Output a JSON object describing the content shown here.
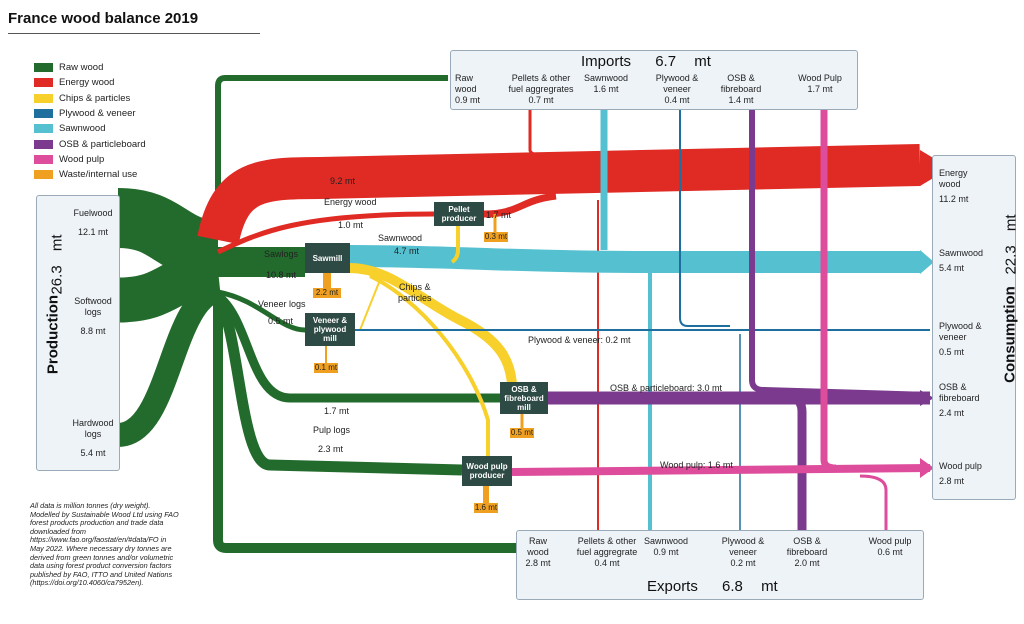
{
  "title": "France wood balance 2019",
  "legend": [
    {
      "label": "Raw wood",
      "color": "#236b2d"
    },
    {
      "label": "Energy wood",
      "color": "#e02a24"
    },
    {
      "label": "Chips & particles",
      "color": "#f7d02c"
    },
    {
      "label": "Plywood & veneer",
      "color": "#1e6e9e"
    },
    {
      "label": "Sawnwood",
      "color": "#55c0cf"
    },
    {
      "label": "OSB & particleboard",
      "color": "#7b3a8e"
    },
    {
      "label": "Wood pulp",
      "color": "#de4c9c"
    },
    {
      "label": "Waste/internal use",
      "color": "#f0a020"
    }
  ],
  "imports": {
    "title": "Imports",
    "total": "6.7",
    "unit": "mt",
    "items": [
      {
        "name": "Raw\nwood",
        "value": "0.9 mt"
      },
      {
        "name": "Pellets & other\nfuel aggregrates",
        "value": "0.7 mt"
      },
      {
        "name": "Sawnwood",
        "value": "1.6 mt"
      },
      {
        "name": "Plywood &\nveneer",
        "value": "0.4 mt"
      },
      {
        "name": "OSB &\nfibreboard",
        "value": "1.4 mt"
      },
      {
        "name": "Wood Pulp",
        "value": "1.7 mt"
      }
    ]
  },
  "exports": {
    "title": "Exports",
    "total": "6.8",
    "unit": "mt",
    "items": [
      {
        "name": "Raw\nwood",
        "value": "2.8 mt"
      },
      {
        "name": "Pellets & other\nfuel aggregrate",
        "value": "0.4 mt"
      },
      {
        "name": "Sawnwood",
        "value": "0.9 mt"
      },
      {
        "name": "Plywood &\nveneer",
        "value": "0.2 mt"
      },
      {
        "name": "OSB &\nfibreboard",
        "value": "2.0 mt"
      },
      {
        "name": "Wood pulp",
        "value": "0.6 mt"
      }
    ]
  },
  "production": {
    "title": "Production",
    "total": "26.3",
    "unit": "mt",
    "items": [
      {
        "name": "Fuelwood",
        "value": "12.1 mt"
      },
      {
        "name": "Softwood\nlogs",
        "value": "8.8 mt"
      },
      {
        "name": "Hardwood\nlogs",
        "value": "5.4 mt"
      }
    ]
  },
  "consumption": {
    "title": "Consumption",
    "total": "22.3",
    "unit": "mt",
    "items": [
      {
        "name": "Energy\nwood",
        "value": "11.2 mt"
      },
      {
        "name": "Sawnwood",
        "value": "5.4 mt"
      },
      {
        "name": "Plywood &\nveneer",
        "value": "0.5 mt"
      },
      {
        "name": "OSB &\nfibreboard",
        "value": "2.4 mt"
      },
      {
        "name": "Wood pulp",
        "value": "2.8 mt"
      }
    ]
  },
  "processors": {
    "pellet": "Pellet\nproducer",
    "sawmill": "Sawmill",
    "veneer": "Veneer &\nplywood\nmill",
    "osb": "OSB &\nfibreboard\nmill",
    "pulp": "Wood pulp\nproducer"
  },
  "waste": {
    "pellet": "0.3 mt",
    "sawmill": "2.2 mt",
    "veneer": "0.1 mt",
    "osb": "0.5 mt",
    "pulp": "1.6 mt"
  },
  "flow_labels": {
    "energy_direct": "9.2 mt",
    "energy_wood": "Energy wood",
    "energy_to_pellet": "1.0 mt",
    "pellet_out": "1.7 mt",
    "sawlogs": "Sawlogs",
    "sawlogs_value": "10.8 mt",
    "sawnwood": "Sawnwood",
    "sawnwood_value": "4.7 mt",
    "chips": "Chips &\nparticles",
    "veneer_logs": "Veneer logs",
    "veneer_value": "0.5 mt",
    "plywood_flow": "Plywood & veneer: 0.2 mt",
    "osb_flow": "OSB & particleboard: 3.0 mt",
    "osb_in": "1.7 mt",
    "pulp_logs": "Pulp logs",
    "pulp_value": "2.3 mt",
    "pulp_flow": "Wood pulp: 1.6 mt"
  },
  "note": "All data is million tonnes (dry weight). Modelled by Sustainable Wood Ltd using FAO forest products production and trade data downloaded from https://www.fao.org/faostat/en/#data/FO in May 2022. Where necessary dry tonnes are derived from green tonnes and/or volumetric data using forest product conversion factors published by FAO, ITTO and United Nations (https://doi.org/10.4060/ca7952en)."
}
